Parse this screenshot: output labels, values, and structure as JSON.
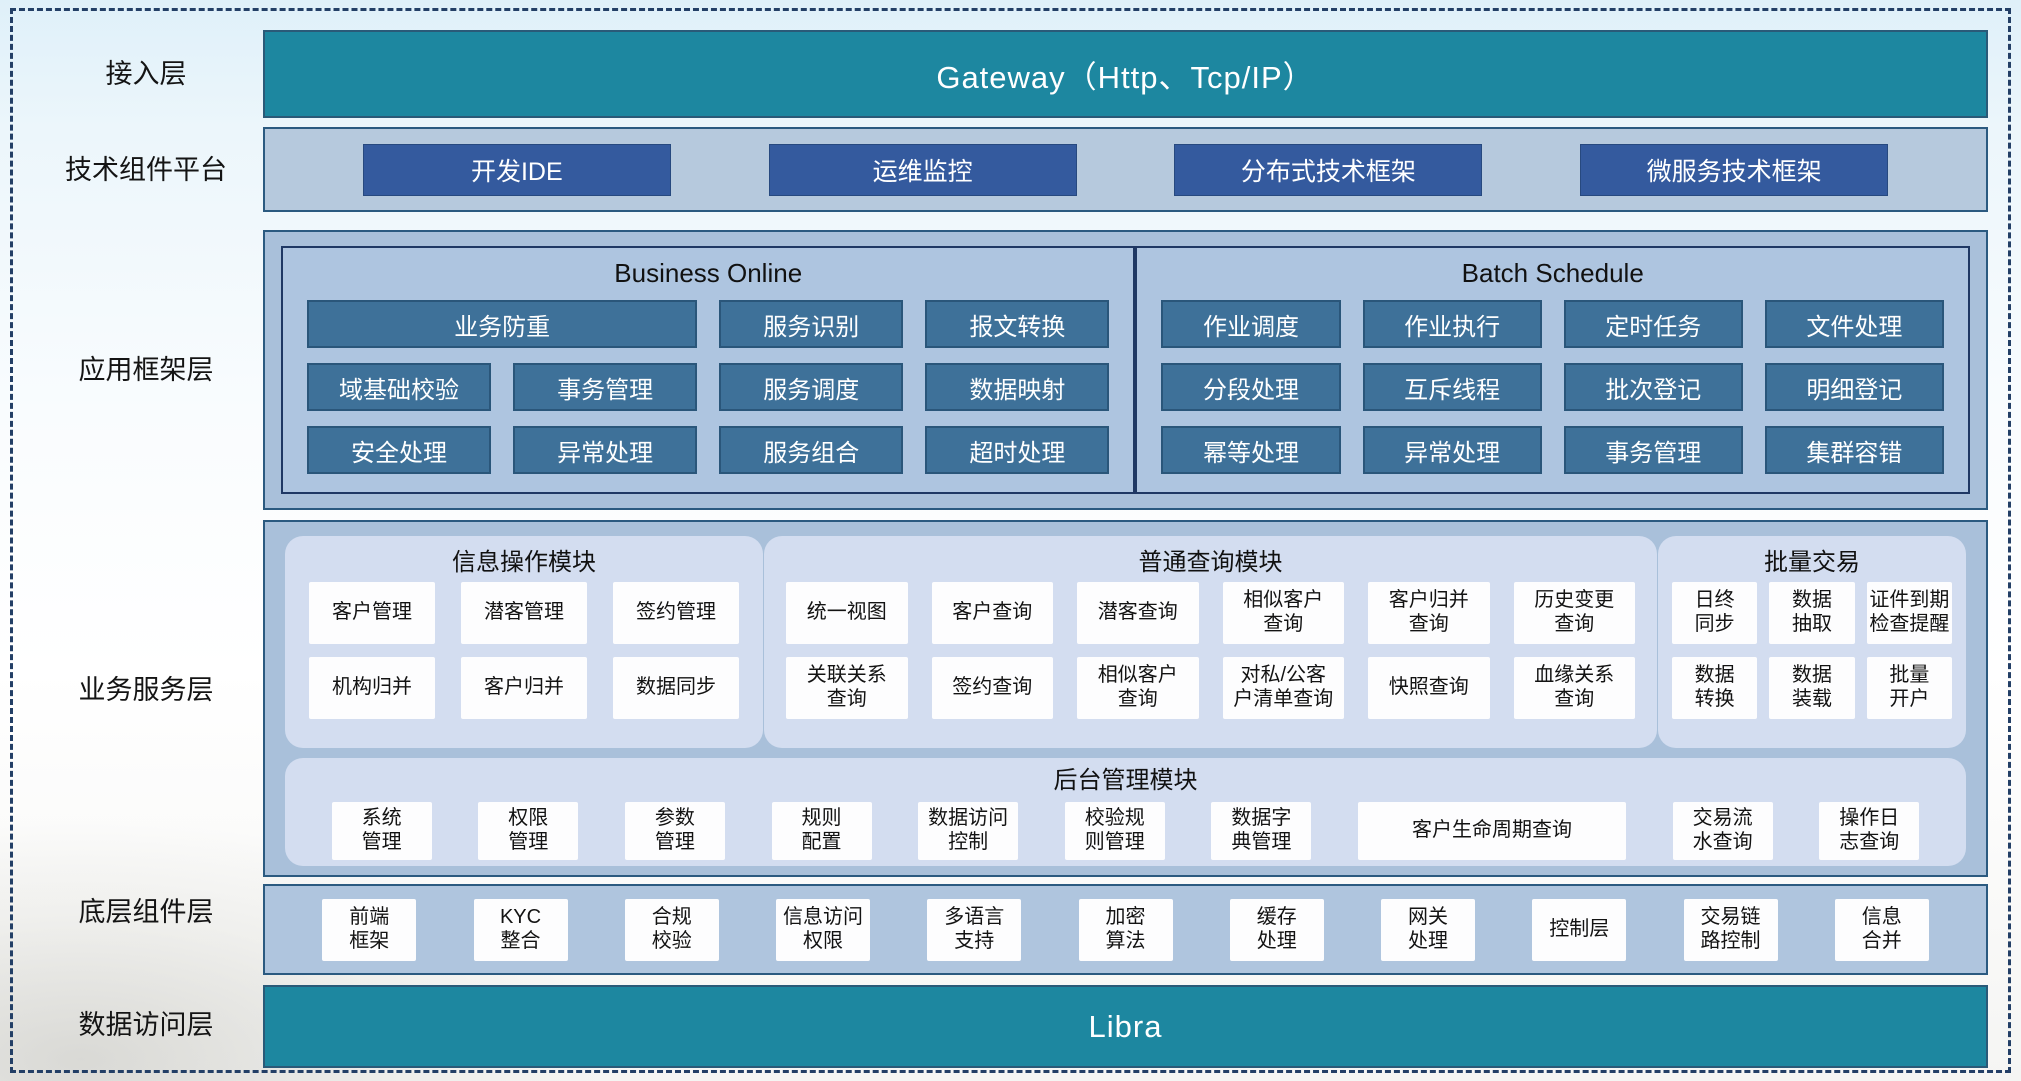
{
  "colors": {
    "teal": "#1d87a0",
    "dark_blue_button": "#345a9e",
    "steel_blue_button": "#3e7199",
    "container_fill": "#a9c0da",
    "section_fill": "#aec5e0",
    "module_fill": "#d3ddf0",
    "white_button": "#fdfdfe",
    "border_navy": "#1f3864",
    "dashed_border": "#233f66"
  },
  "layers": {
    "access": {
      "label": "接入层",
      "gateway": "Gateway（Http、Tcp/IP）"
    },
    "tech_platform": {
      "label": "技术组件平台",
      "items": [
        "开发IDE",
        "运维监控",
        "分布式技术框架",
        "微服务技术框架"
      ]
    },
    "app_framework": {
      "label": "应用框架层",
      "business_online": {
        "title": "Business Online",
        "row1": [
          "业务防重",
          "服务识别",
          "报文转换"
        ],
        "row2": [
          "域基础校验",
          "事务管理",
          "服务调度",
          "数据映射"
        ],
        "row3": [
          "安全处理",
          "异常处理",
          "服务组合",
          "超时处理"
        ]
      },
      "batch_schedule": {
        "title": "Batch Schedule",
        "row1": [
          "作业调度",
          "作业执行",
          "定时任务",
          "文件处理"
        ],
        "row2": [
          "分段处理",
          "互斥线程",
          "批次登记",
          "明细登记"
        ],
        "row3": [
          "幂等处理",
          "异常处理",
          "事务管理",
          "集群容错"
        ]
      }
    },
    "business_service": {
      "label": "业务服务层",
      "info_ops": {
        "title": "信息操作模块",
        "items": [
          "客户管理",
          "潜客管理",
          "签约管理",
          "机构归并",
          "客户归并",
          "数据同步"
        ]
      },
      "query": {
        "title": "普通查询模块",
        "row1": [
          "统一视图",
          "客户查询",
          "潜客查询",
          "相似客户\n查询",
          "客户归并\n查询",
          "历史变更\n查询"
        ],
        "row2": [
          "关联关系\n查询",
          "签约查询",
          "相似客户\n查询",
          "对私/公客\n户清单查询",
          "快照查询",
          "血缘关系\n查询"
        ]
      },
      "batch_trade": {
        "title": "批量交易",
        "items": [
          "日终\n同步",
          "数据\n抽取",
          "证件到期\n检查提醒",
          "数据\n转换",
          "数据\n装载",
          "批量\n开户"
        ]
      },
      "admin": {
        "title": "后台管理模块",
        "items": [
          "系统\n管理",
          "权限\n管理",
          "参数\n管理",
          "规则\n配置",
          "数据访问\n控制",
          "校验规\n则管理",
          "数据字\n典管理",
          "客户生命周期查询",
          "交易流\n水查询",
          "操作日\n志查询"
        ]
      }
    },
    "base_components": {
      "label": "底层组件层",
      "items": [
        "前端\n框架",
        "KYC\n整合",
        "合规\n校验",
        "信息访问\n权限",
        "多语言\n支持",
        "加密\n算法",
        "缓存\n处理",
        "网关\n处理",
        "控制层",
        "交易链\n路控制",
        "信息\n合并"
      ]
    },
    "data_access": {
      "label": "数据访问层",
      "bar": "Libra"
    }
  }
}
